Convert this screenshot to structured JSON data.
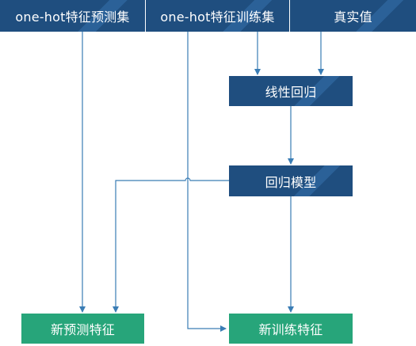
{
  "nodes": {
    "predict_set": "one-hot特征预测集",
    "train_set": "one-hot特征训练集",
    "true_value": "真实值",
    "linear_regression": "线性回归",
    "regression_model": "回归模型",
    "new_predict_feature": "新预测特征",
    "new_train_feature": "新训练特征"
  },
  "colors": {
    "input_node": "#1f4e7f",
    "process_node": "#1f4e7f",
    "output_node": "#27a57a",
    "edge": "#3a7db5"
  }
}
